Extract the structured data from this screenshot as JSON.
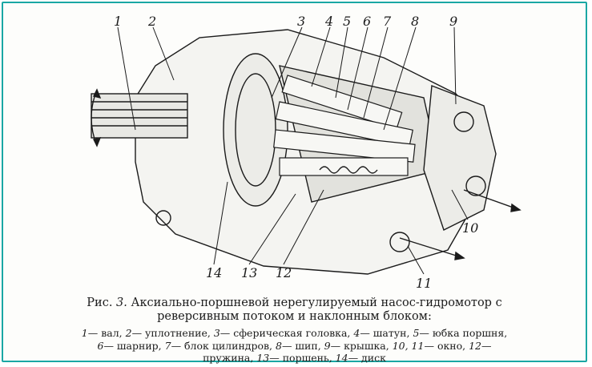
{
  "figure": {
    "prefix": "Рис.",
    "number": "3.",
    "title_line1": "Аксиально-поршневой нерегулируемый насос-гидромотор с",
    "title_line2": "реверсивным потоком и наклонным блоком:"
  },
  "callouts": [
    "1",
    "2",
    "3",
    "4",
    "5",
    "6",
    "7",
    "8",
    "9",
    "10",
    "11",
    "12",
    "13",
    "14"
  ],
  "legend": {
    "line1": [
      {
        "num": "1",
        "text": "— вал, "
      },
      {
        "num": "2",
        "text": "— уплотнение, "
      },
      {
        "num": "3",
        "text": "— сферическая головка, "
      },
      {
        "num": "4",
        "text": "— шатун, "
      },
      {
        "num": "5",
        "text": "— юбка поршня,"
      }
    ],
    "line2": [
      {
        "num": "6",
        "text": "— шарнир, "
      },
      {
        "num": "7",
        "text": "— блок цилиндров, "
      },
      {
        "num": "8",
        "text": "— шип, "
      },
      {
        "num": "9",
        "text": "— крышка, "
      },
      {
        "num": "10, 11",
        "text": "— окно, "
      },
      {
        "num": "12",
        "text": "—"
      }
    ],
    "line3": [
      {
        "num": "",
        "text": "пружина, "
      },
      {
        "num": "13",
        "text": "— поршень, "
      },
      {
        "num": "14",
        "text": "— диск"
      }
    ]
  },
  "colors": {
    "border": "#1aa7a4",
    "ink": "#1b1b1b",
    "paper": "#fdfdfb"
  }
}
